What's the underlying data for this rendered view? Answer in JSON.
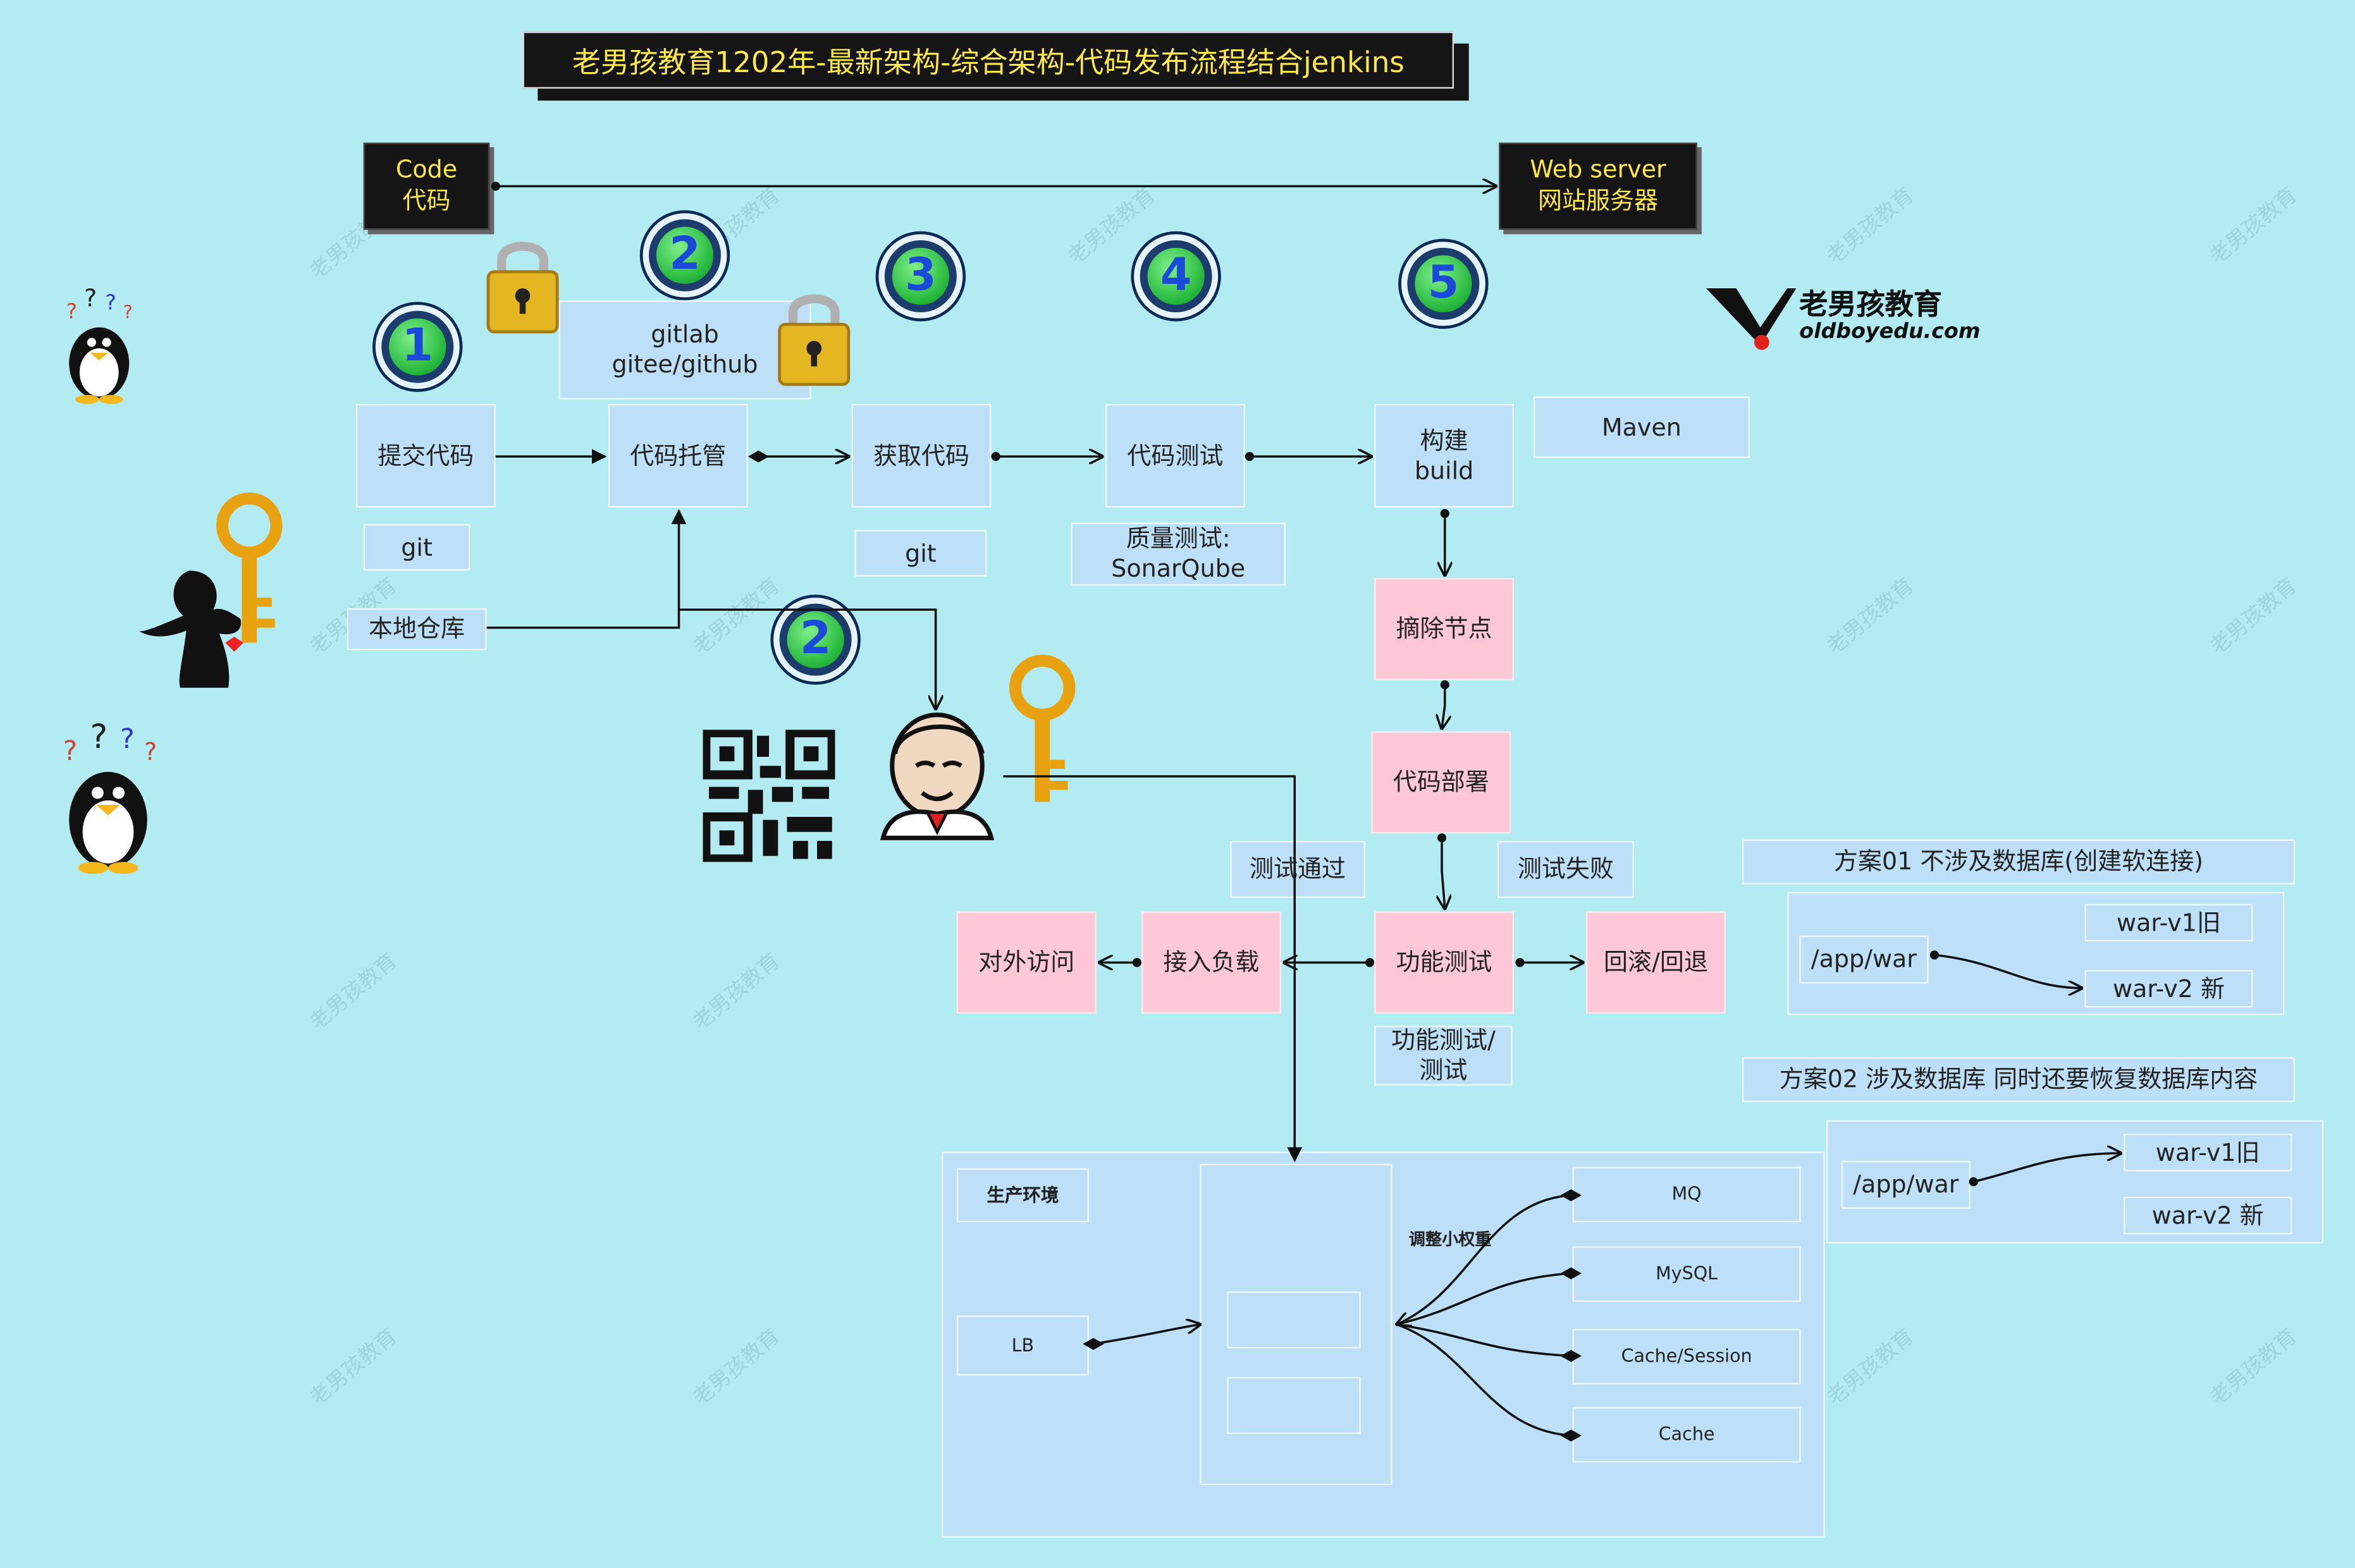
{
  "title": "老男孩教育1202年-最新架构-综合架构-代码发布流程结合jenkins",
  "top": {
    "code_en": "Code",
    "code_cn": "代码",
    "web_en": "Web server",
    "web_cn": "网站服务器"
  },
  "badges": [
    "1",
    "2",
    "3",
    "4",
    "5",
    "2"
  ],
  "logo": {
    "name": "老男孩教育",
    "url": "oldboyedu.com"
  },
  "flow": {
    "submit": "提交代码",
    "git1": "git",
    "local_repo": "本地仓库",
    "host": "代码托管",
    "gitlab": "gitlab",
    "gitee": "gitee/github",
    "fetch": "获取代码",
    "git2": "git",
    "test": "代码测试",
    "quality1": "质量测试:",
    "quality2": "SonarQube",
    "build1": "构建",
    "build2": "build",
    "maven": "Maven",
    "remove": "摘除节点",
    "deploy": "代码部署",
    "pass": "测试通过",
    "fail": "测试失败",
    "func": "功能测试",
    "func_sub1": "功能测试/",
    "func_sub2": "测试",
    "lb_in": "接入负载",
    "external": "对外访问",
    "rollback": "回滚/回退"
  },
  "plans": {
    "p1": "方案01 不涉及数据库(创建软连接)",
    "p1_path": "/app/war",
    "p1_v1": "war-v1旧",
    "p1_v2": "war-v2 新",
    "p2": "方案02  涉及数据库 同时还要恢复数据库内容",
    "p2_path": "/app/war",
    "p2_v1": "war-v1旧",
    "p2_v2": "war-v2 新"
  },
  "prod": {
    "title": "生产环境",
    "lb": "LB",
    "adjust": "调整小权重",
    "mq": "MQ",
    "mysql": "MySQL",
    "cache_session": "Cache/Session",
    "cache": "Cache"
  },
  "watermark": "老男孩教育"
}
